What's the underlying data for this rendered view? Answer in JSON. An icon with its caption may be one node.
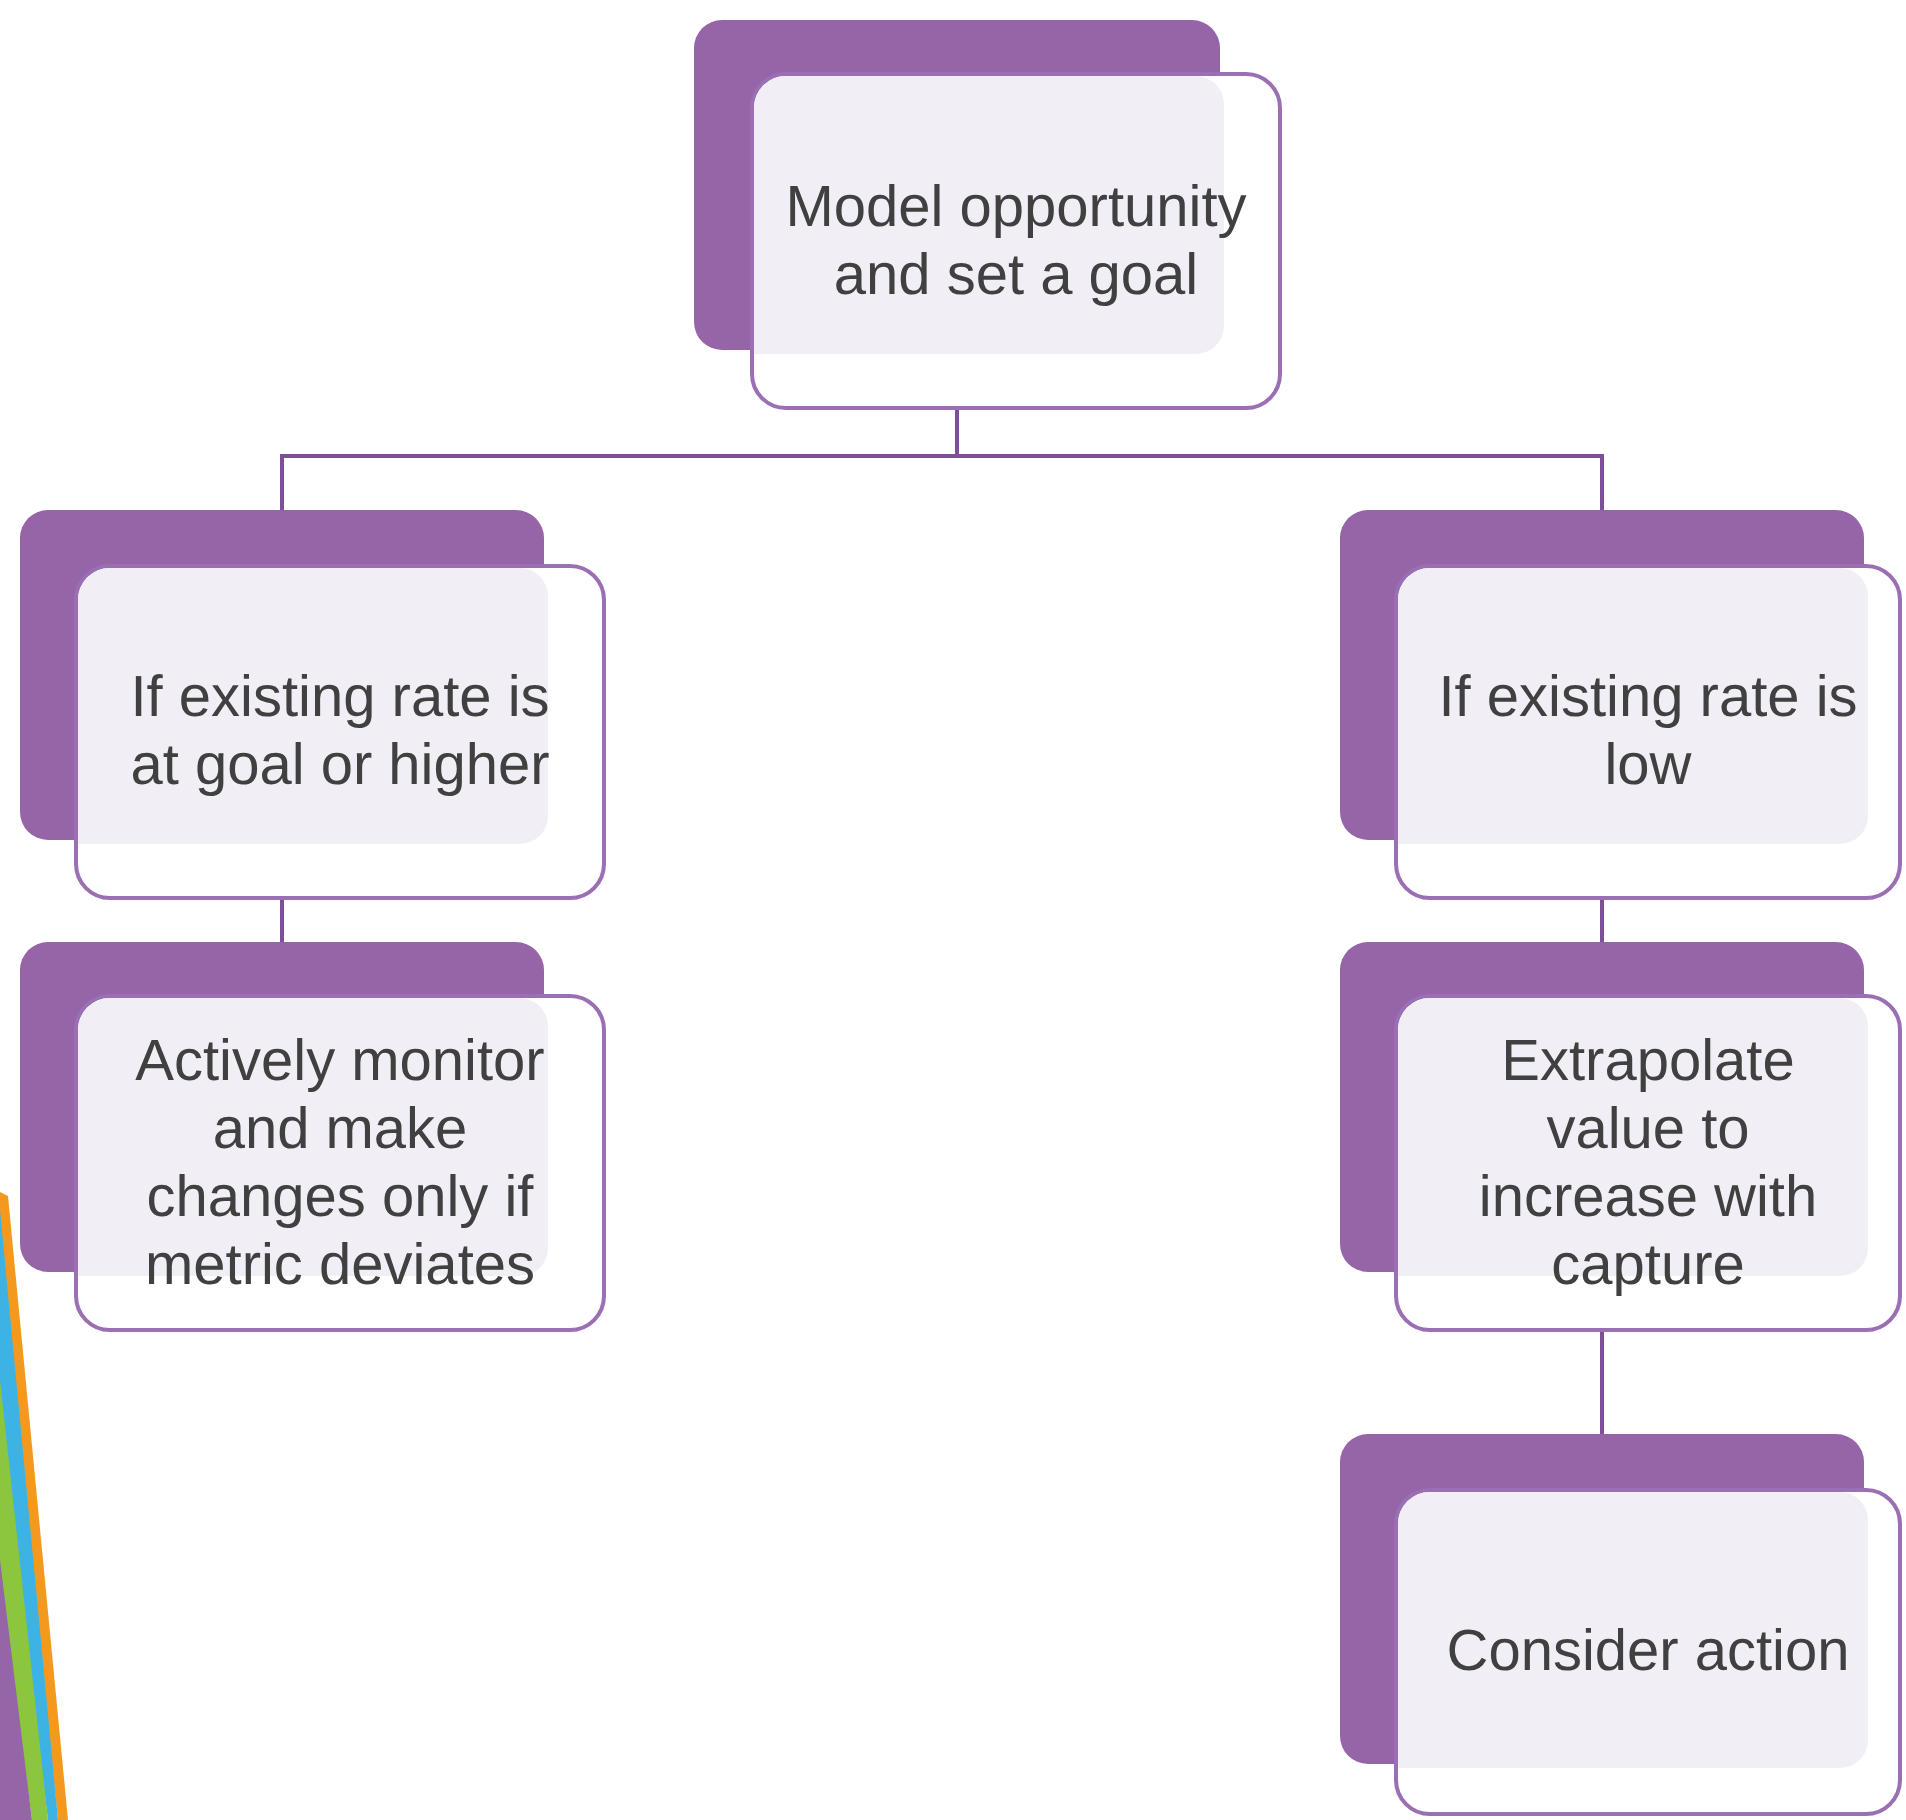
{
  "diagram": {
    "nodes": [
      {
        "text": [
          "Model opportunity and set a goal"
        ]
      },
      {
        "text": [
          "If existing rate is at goal or higher"
        ]
      },
      {
        "text": [
          "If existing rate is low"
        ]
      },
      {
        "text": [
          "Actively monitor and make changes only if metric deviates"
        ]
      },
      {
        "text": [
          "Extrapolate value to increase with capture"
        ]
      },
      {
        "text": [
          "Consider action"
        ]
      }
    ],
    "edges": [
      {
        "from": 0,
        "to": 1,
        "arrow": "none"
      },
      {
        "from": 0,
        "to": 2,
        "arrow": "none"
      },
      {
        "from": 1,
        "to": 3,
        "arrow": "none"
      },
      {
        "from": 2,
        "to": 4,
        "arrow": "none"
      },
      {
        "from": 4,
        "to": 5,
        "arrow": "none"
      }
    ]
  }
}
